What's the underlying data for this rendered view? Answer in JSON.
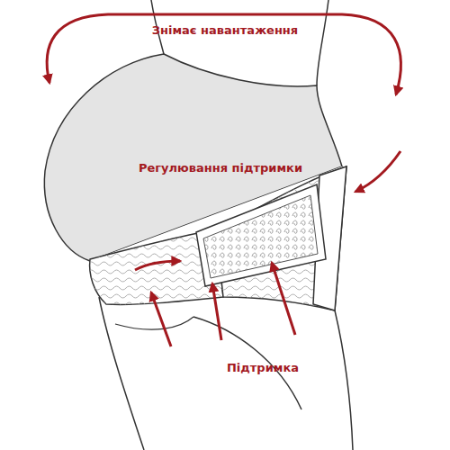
{
  "diagram": {
    "labels": [
      "Знімає навантаження",
      "Регулювання підтримки",
      "Підтримка"
    ]
  }
}
